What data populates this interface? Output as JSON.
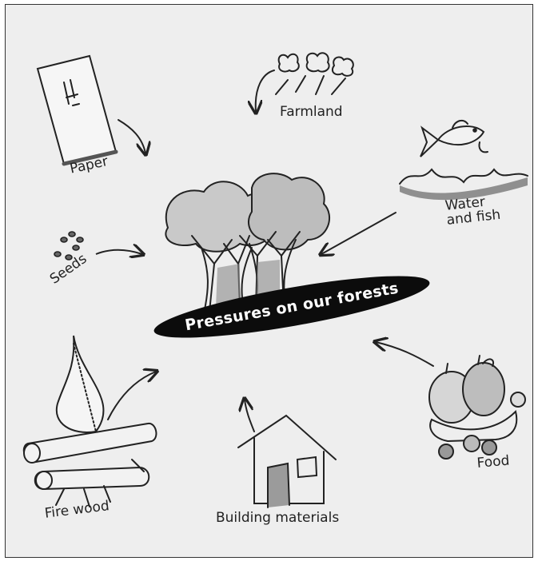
{
  "diagram": {
    "center_title": "Pressures on our forests",
    "items": [
      {
        "id": "paper",
        "label": "Paper",
        "icon": "paper-icon"
      },
      {
        "id": "farmland",
        "label": "Farmland",
        "icon": "farmland-icon"
      },
      {
        "id": "water-fish",
        "label": "Water\nand fish",
        "icon": "fish-icon"
      },
      {
        "id": "seeds",
        "label": "Seeds",
        "icon": "seeds-icon"
      },
      {
        "id": "fire-wood",
        "label": "Fire wood",
        "icon": "campfire-icon"
      },
      {
        "id": "building",
        "label": "Building materials",
        "icon": "house-icon"
      },
      {
        "id": "food",
        "label": "Food",
        "icon": "food-basket-icon"
      }
    ],
    "colors": {
      "background": "#eeeeee",
      "ink": "#222222",
      "shade": "#9a9a9a",
      "band": "#0c0c0c"
    }
  }
}
